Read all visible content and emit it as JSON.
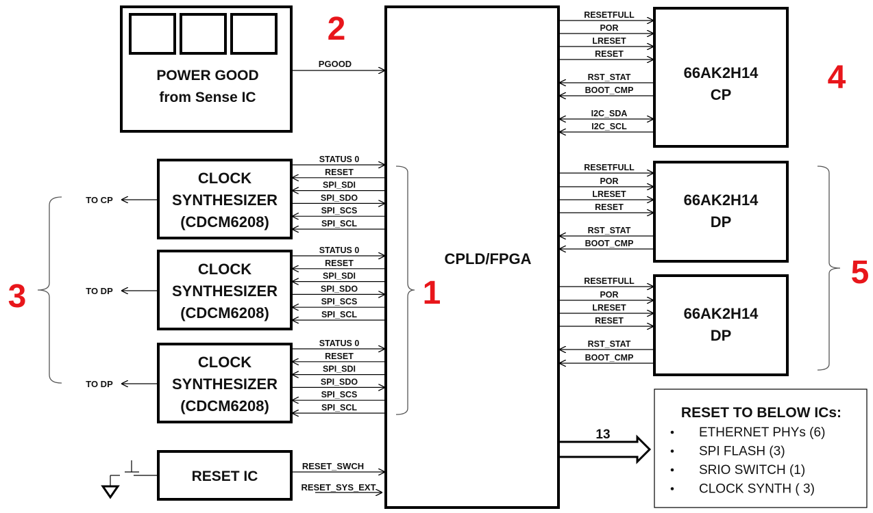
{
  "colors": {
    "annotation": "#e8161b",
    "line": "#000000"
  },
  "blocks": {
    "cpld": {
      "label": "CPLD/FPGA"
    },
    "power_good": {
      "line1": "POWER GOOD",
      "line2": "from Sense IC"
    },
    "clock_synth": [
      {
        "line1": "CLOCK",
        "line2": "SYNTHESIZER",
        "line3": "(CDCM6208)",
        "output_label": "TO CP"
      },
      {
        "line1": "CLOCK",
        "line2": "SYNTHESIZER",
        "line3": "(CDCM6208)",
        "output_label": "TO DP"
      },
      {
        "line1": "CLOCK",
        "line2": "SYNTHESIZER",
        "line3": "(CDCM6208)",
        "output_label": "TO DP"
      }
    ],
    "reset_ic": {
      "label": "RESET IC"
    },
    "processors": [
      {
        "line1": "66AK2H14",
        "line2": "CP"
      },
      {
        "line1": "66AK2H14",
        "line2": "DP"
      },
      {
        "line1": "66AK2H14",
        "line2": "DP"
      }
    ],
    "reset_list": {
      "title": "RESET TO BELOW ICs:",
      "items": [
        "ETHERNET PHYs (6)",
        "SPI FLASH (3)",
        "SRIO SWITCH (1)",
        "CLOCK SYNTH ( 3)"
      ],
      "bus_width": "13"
    }
  },
  "signals": {
    "pgood": "PGOOD",
    "clock_synth": [
      "STATUS 0",
      "RESET",
      "SPI_SDI",
      "SPI_SDO",
      "SPI_SCS",
      "SPI_SCL"
    ],
    "reset_ic": [
      "RESET_SWCH",
      "RESET_SYS_EXT"
    ],
    "cp": [
      "RESETFULL",
      "POR",
      "LRESET",
      "RESET",
      "RST_STAT",
      "BOOT_CMP",
      "I2C_SDA",
      "I2C_SCL"
    ],
    "dp": [
      "RESETFULL",
      "POR",
      "LRESET",
      "RESET",
      "RST_STAT",
      "BOOT_CMP"
    ]
  },
  "annotations": [
    "1",
    "2",
    "3",
    "4",
    "5"
  ]
}
